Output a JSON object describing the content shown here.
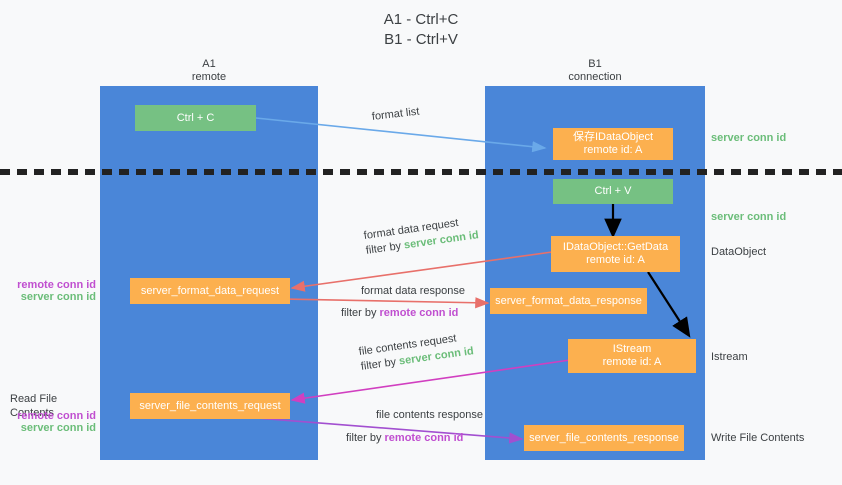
{
  "title": {
    "line1": "A1 - Ctrl+C",
    "line2": "B1 - Ctrl+V"
  },
  "columns": [
    {
      "name": "A1",
      "sub": "remote"
    },
    {
      "name": "B1",
      "sub": "connection"
    }
  ],
  "colors": {
    "panel_blue": "#4a86d8",
    "node_orange": "#fcb04f",
    "node_green": "#76c183",
    "green_text": "#6bbd79",
    "purple_text": "#c04fd0",
    "arrow_blue": "#6aa9e9",
    "arrow_red": "#e8706a",
    "arrow_magenta": "#d13fc0",
    "arrow_purple": "#a24fd0",
    "arrow_black": "#000000",
    "background": "#f8f9fa"
  },
  "nodes": {
    "ctrl_c": "Ctrl + C",
    "ctrl_v": "Ctrl + V",
    "save_idataobject_l1": "保存IDataObject",
    "save_idataobject_l2": "remote id: A",
    "getdata_l1": "IDataObject::GetData",
    "getdata_l2": "remote id: A",
    "istream_l1": "IStream",
    "istream_l2": "remote id: A",
    "server_format_data_request": "server_format_data_request",
    "server_format_data_response": "server_format_data_response",
    "server_file_contents_request": "server_file_contents_request",
    "server_file_contents_response": "server_file_contents_response"
  },
  "flows": {
    "format_list": "format list",
    "format_data_request": "format data request",
    "format_data_request_filter_prefix": "filter by ",
    "format_data_request_filter_value": "server conn id",
    "format_data_response": "format data response",
    "format_data_response_filter_prefix": "filter by ",
    "format_data_response_filter_value": "remote conn id",
    "file_contents_request": "file contents request",
    "file_contents_request_filter_prefix": "filter by ",
    "file_contents_request_filter_value": "server conn id",
    "file_contents_response": "file contents response",
    "file_contents_response_filter_prefix": "filter by ",
    "file_contents_response_filter_value": "remote conn id"
  },
  "right_labels": {
    "server_conn_id_top": "server conn id",
    "server_conn_id_second": "server conn id",
    "dataobject": "DataObject",
    "istream": "Istream",
    "write_file_contents": "Write File Contents"
  },
  "left_labels": {
    "remote_conn_id_1": "remote conn id",
    "server_conn_id_1": "server conn id",
    "read_file_contents": "Read File Contents",
    "remote_conn_id_2": "remote conn id",
    "server_conn_id_2": "server conn id"
  }
}
